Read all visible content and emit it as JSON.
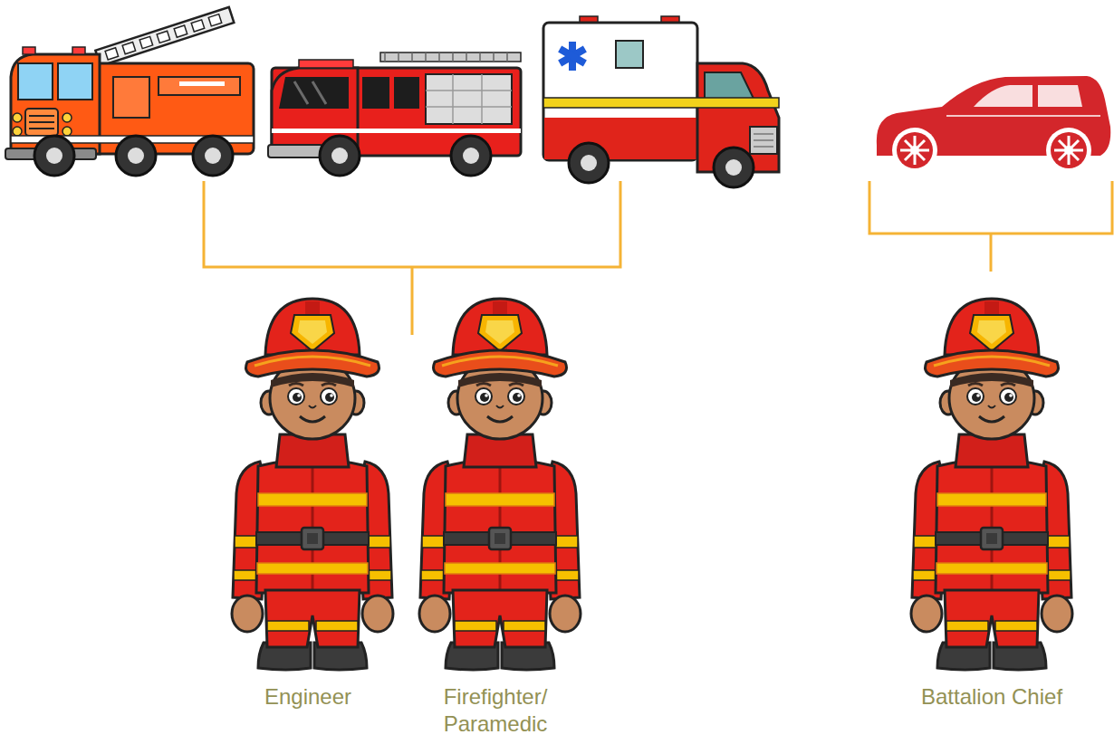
{
  "diagram": {
    "nodes": [
      {
        "text": [
          "Engineer"
        ]
      },
      {
        "text": [
          "Firefighter/ Paramedic"
        ]
      },
      {
        "text": [
          "Battalion Chief"
        ]
      }
    ]
  }
}
